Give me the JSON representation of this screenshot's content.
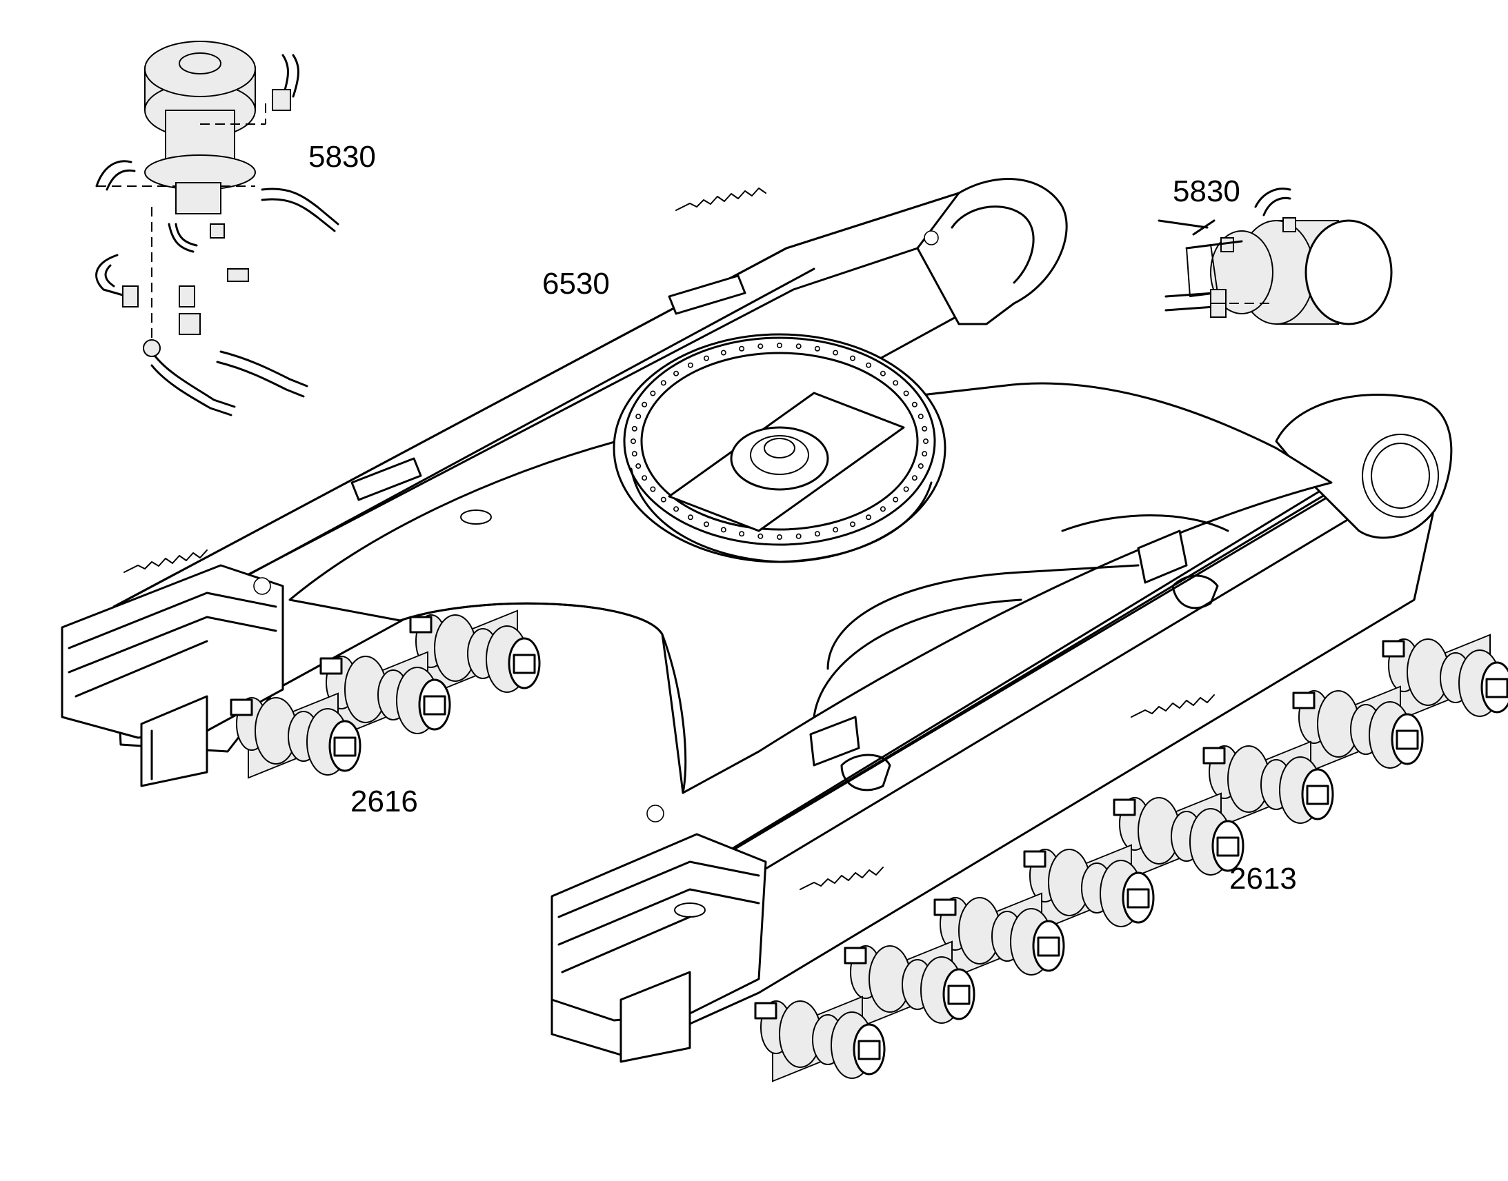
{
  "callouts": {
    "swivel_joint": "5830",
    "travel_motor": "5830",
    "undercarriage_frame": "6530",
    "upper_rollers": "2616",
    "lower_rollers": "2613"
  },
  "colors": {
    "line": "#000000",
    "shade": "#ececec",
    "background": "#ffffff"
  }
}
